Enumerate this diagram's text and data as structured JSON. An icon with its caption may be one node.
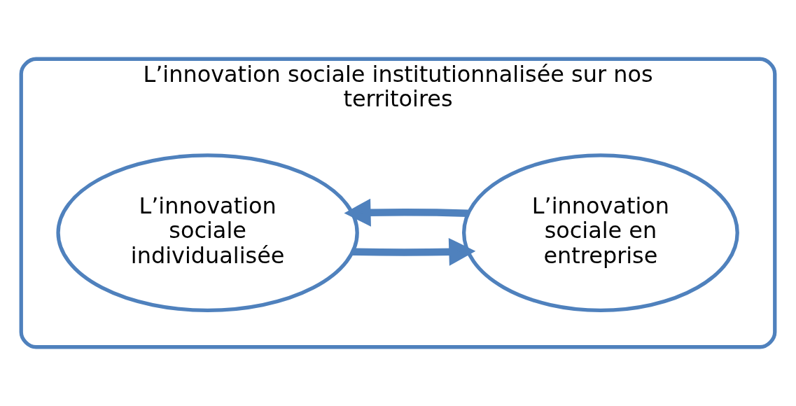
{
  "diagram": {
    "nodes": [
      {
        "text": [
          "L’innovation sociale institutionnalisée sur nos territoires"
        ]
      },
      {
        "text": [
          "L’innovation sociale individualisée"
        ],
        "in": 0
      },
      {
        "text": [
          "L’innovation sociale en entreprise"
        ],
        "in": 0
      }
    ],
    "edges": [
      {
        "from": 1,
        "to": 2,
        "arrow": "to"
      },
      {
        "from": 2,
        "to": 1,
        "arrow": "to"
      }
    ]
  }
}
